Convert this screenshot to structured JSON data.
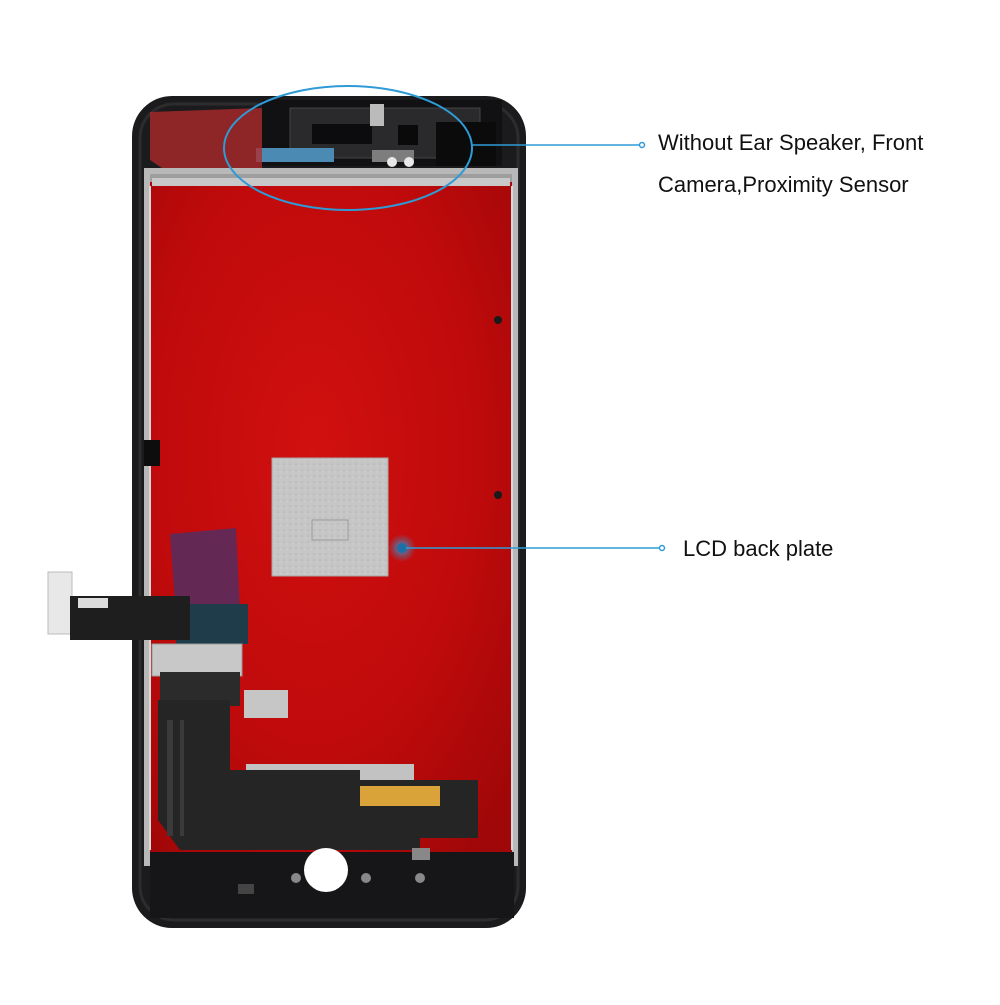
{
  "callouts": {
    "top": {
      "line1": "Without Ear Speaker, Front",
      "line2": "Camera,Proximity Sensor"
    },
    "lcd": {
      "label": "LCD back plate"
    }
  },
  "colors": {
    "frame": "#1b1b1d",
    "backplate_red": "#c00a0c",
    "metal": "#c9c9c9",
    "flex_cable": "#2a2a2a",
    "callout_blue": "#2f9bd6",
    "text": "#111111"
  }
}
